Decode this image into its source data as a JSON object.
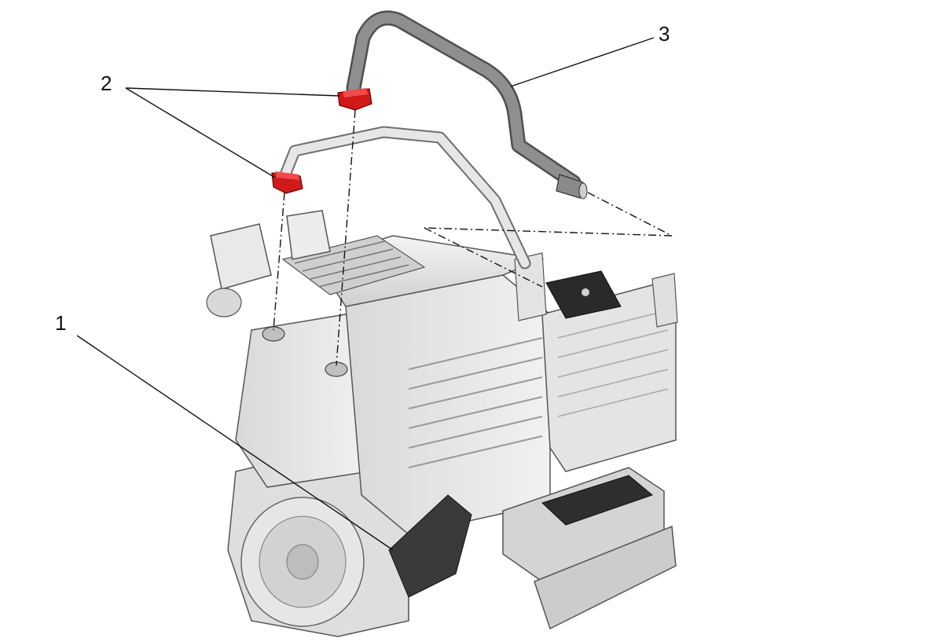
{
  "callouts": [
    {
      "id": "1",
      "label": "1"
    },
    {
      "id": "2",
      "label": "2"
    },
    {
      "id": "3",
      "label": "3"
    }
  ],
  "colors": {
    "housing_light": "#e8e8e8",
    "housing_mid": "#c9c9c9",
    "housing_dark": "#8e8e8e",
    "detail_black": "#2a2a2a",
    "clip_red": "#d01a1a",
    "hose_gray": "#8a8a8a",
    "pipe_light": "#dcdcdc",
    "leader_black": "#111111"
  }
}
